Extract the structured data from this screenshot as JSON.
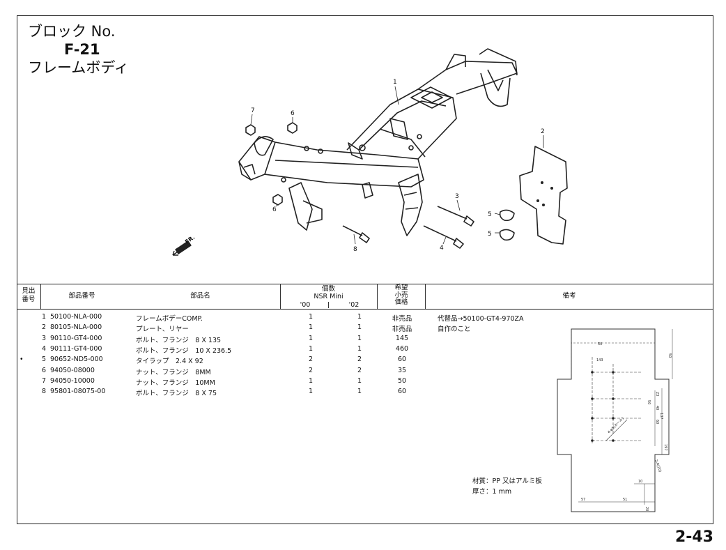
{
  "title": {
    "block_no": "ブロック No.",
    "code": "F-21",
    "name": "フレームボディ"
  },
  "callouts": [
    "1",
    "2",
    "3",
    "4",
    "5",
    "5",
    "6",
    "6",
    "7",
    "8"
  ],
  "direction_label": "FR.",
  "table": {
    "headers": {
      "ref_no": "見出\n番号",
      "part_no": "部品番号",
      "part_name": "部品名",
      "qty": "個数",
      "model": "NSR Mini",
      "year1": "'00",
      "year2": "'02",
      "price": "希望\n小売\n価格",
      "remarks": "備考"
    },
    "rows": [
      {
        "ref": "1",
        "part_no": "50100-NLA-000",
        "name": "フレームボデーCOMP.",
        "q1": "1",
        "q2": "1",
        "price": "非売品",
        "mark": ""
      },
      {
        "ref": "2",
        "part_no": "80105-NLA-000",
        "name": "プレート、リヤー",
        "q1": "1",
        "q2": "1",
        "price": "非売品",
        "mark": ""
      },
      {
        "ref": "3",
        "part_no": "90110-GT4-000",
        "name": "ボルト、フランジ　8 X 135",
        "q1": "1",
        "q2": "1",
        "price": "145",
        "mark": ""
      },
      {
        "ref": "4",
        "part_no": "90111-GT4-000",
        "name": "ボルト、フランジ　10 X 236.5",
        "q1": "1",
        "q2": "1",
        "price": "460",
        "mark": ""
      },
      {
        "ref": "5",
        "part_no": "90652-ND5-000",
        "name": "タイラップ　2.4 X 92",
        "q1": "2",
        "q2": "2",
        "price": "60",
        "mark": "•"
      },
      {
        "ref": "6",
        "part_no": "94050-08000",
        "name": "ナット、フランジ　8MM",
        "q1": "2",
        "q2": "2",
        "price": "35",
        "mark": ""
      },
      {
        "ref": "7",
        "part_no": "94050-10000",
        "name": "ナット、フランジ　10MM",
        "q1": "1",
        "q2": "1",
        "price": "50",
        "mark": ""
      },
      {
        "ref": "8",
        "part_no": "95801-08075-00",
        "name": "ボルト、フランジ　8 X 75",
        "q1": "1",
        "q2": "1",
        "price": "60",
        "mark": ""
      }
    ],
    "remarks": [
      "代替品→50100-GT4-970ZA",
      "自作のこと"
    ]
  },
  "plate_drawing": {
    "dims": [
      "50",
      "50",
      "143",
      "60",
      "23",
      "40",
      "50",
      "137",
      "197",
      "4-φ5(ホール)",
      "2-R(20)",
      "10",
      "20",
      "51",
      "57"
    ],
    "material": "材質：PP 又はアルミ板",
    "thickness": "厚さ：1 mm"
  },
  "page_number": "2-43"
}
